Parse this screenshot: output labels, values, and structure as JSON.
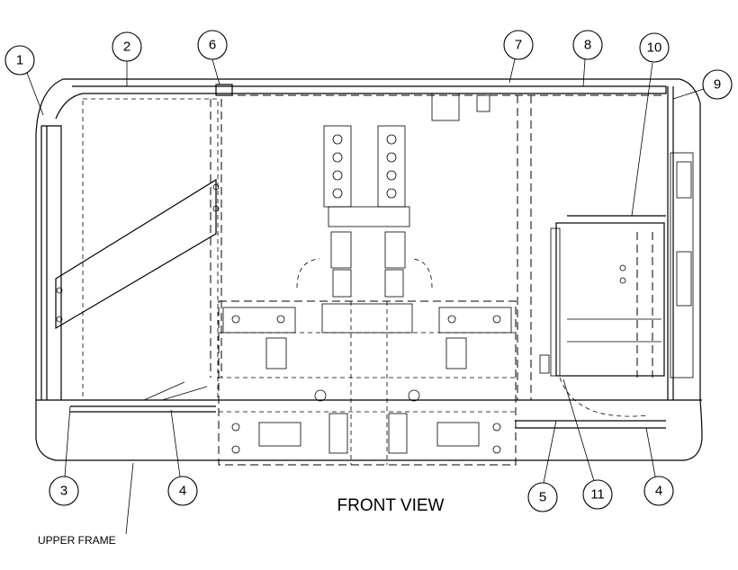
{
  "diagram": {
    "view_label": "FRONT VIEW",
    "frame_label": "UPPER FRAME",
    "callouts": [
      "1",
      "2",
      "6",
      "7",
      "8",
      "10",
      "9",
      "3",
      "4",
      "5",
      "11",
      "4"
    ]
  }
}
